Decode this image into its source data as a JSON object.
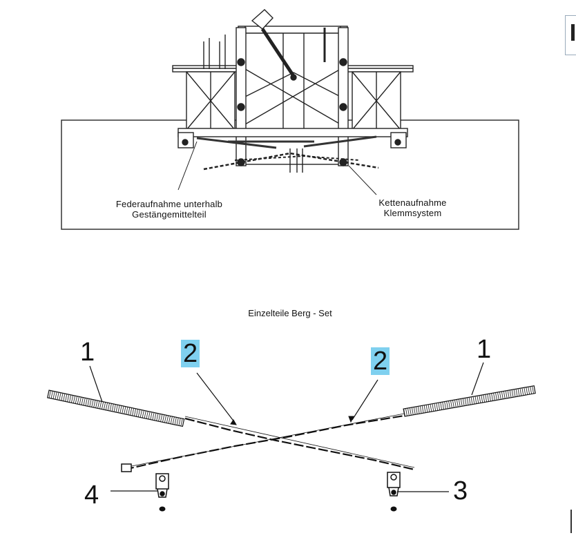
{
  "labels": {
    "spring_mount": "Federaufnahme unterhalb\nGestängemittelteil",
    "spring_mount_line1": "Federaufnahme unterhalb",
    "spring_mount_line2": "Gestängemittelteil",
    "chain_mount_line1": "Kettenaufnahme",
    "chain_mount_line2": "Klemmsystem",
    "set_title": "Einzelteile Berg - Set"
  },
  "callouts": {
    "spring_left": "1",
    "chain_left": "2",
    "chain_right": "2",
    "spring_right": "1",
    "bracket_left": "4",
    "bracket_right": "3"
  },
  "colors": {
    "highlight": "#7fd0ef",
    "line": "#111111"
  }
}
